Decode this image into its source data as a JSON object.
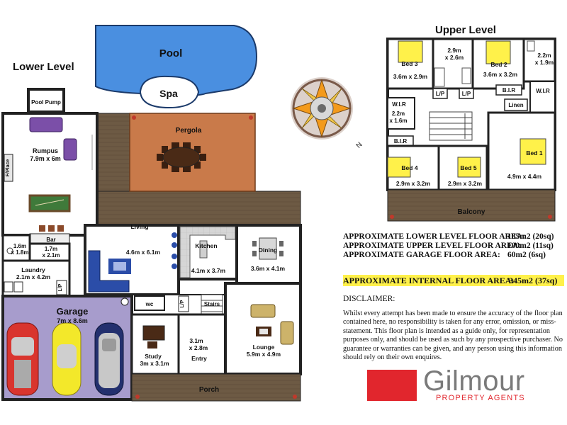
{
  "levels": {
    "lower": "Lower Level",
    "upper": "Upper Level"
  },
  "lower_rooms": {
    "pool": "Pool",
    "spa": "Spa",
    "pool_pump": "Pool Pump",
    "pergola": "Pergola",
    "rumpus_name": "Rumpus",
    "rumpus_size": "7.9m x 6m",
    "fplace": "F/Place",
    "bar": "Bar",
    "bath_size_1": "1.6m",
    "bath_size_2": "x 1.8m",
    "bar_room_1": "1.7m",
    "bar_room_2": "x 2.1m",
    "laundry_name": "Laundry",
    "laundry_size": "2.1m x 4.2m",
    "lp_laundry": "L/P",
    "living_name": "Living",
    "living_size": "4.6m x 6.1m",
    "kitchen_name": "Kitchen",
    "kitchen_size": "4.1m x 3.7m",
    "dining_name": "Dining",
    "dining_size": "3.6m x 4.1m",
    "wc": "wc",
    "lp_hall": "L/P",
    "stairs": "Stairs",
    "garage_name": "Garage",
    "garage_size": "7m x 8.6m",
    "study_name": "Study",
    "study_size": "3m x 3.1m",
    "entry_size_1": "3.1m",
    "entry_size_2": "x 2.8m",
    "entry_name": "Entry",
    "lounge_name": "Lounge",
    "lounge_size": "5.9m x 4.9m",
    "porch": "Porch"
  },
  "upper_rooms": {
    "bed3_name": "Bed 3",
    "bed3_size": "3.6m x 2.9m",
    "bath_size_1": "2.9m",
    "bath_size_2": "x 2.6m",
    "bed2_name": "Bed 2",
    "bed2_size": "3.6m x 3.2m",
    "ens_size_1": "2.2m",
    "ens_size_2": "x 1.9m",
    "lp1": "L/P",
    "lp2": "L/P",
    "bir_top": "B.I.R",
    "wir_right": "W.I.R",
    "linen": "Linen",
    "wir_left": "W.I.R",
    "wir_left_size_1": "2.2m",
    "wir_left_size_2": "x 1.6m",
    "bir_left": "B.I.R",
    "bed4_name": "Bed 4",
    "bed4_size": "2.9m x 3.2m",
    "bed5_name": "Bed 5",
    "bed5_size": "2.9m x 3.2m",
    "bed1_name": "Bed 1",
    "bed1_size": "4.9m x 4.4m",
    "balcony": "Balcony"
  },
  "compass": {
    "north": "N"
  },
  "areas": {
    "lower_label": "APPROXIMATE LOWER LEVEL FLOOR AREA:",
    "lower_value": "185m2 (20sq)",
    "upper_label": "APPROXIMATE UPPER LEVEL FLOOR AREA:",
    "upper_value": "100m2 (11sq)",
    "garage_label": "APPROXIMATE GARAGE FLOOR AREA:",
    "garage_value": "60m2 (6sq)",
    "internal_label": "APPROXIMATE INTERNAL FLOOR AREA:",
    "internal_value": "345m2 (37sq)"
  },
  "disclaimer": {
    "title": "DISCLAIMER:",
    "text": "Whilst every attempt has been made to ensure the accuracy of the floor plan contained here, no responsibility is taken for any error, omission, or miss-statement. This floor plan is intended as a guide only, for representation purposes only, and should be used as such by any prospective purchaser. No guarantee or warranties can be given, and any person using this information should rely on their own enquires."
  },
  "logo": {
    "name": "Gilmour",
    "tagline": "PROPERTY AGENTS"
  },
  "colors": {
    "pool": "#4a8fe0",
    "pergola": "#c97a4a",
    "deck": "#6d5a44",
    "garage": "#a79ccc",
    "bed": "#fff14a",
    "sofa_purple": "#7b4fa8",
    "sofa_blue": "#2b4da8",
    "brand_red": "#e1262d",
    "brand_text": "#7a7a7a",
    "highlight": "#fff14a"
  }
}
